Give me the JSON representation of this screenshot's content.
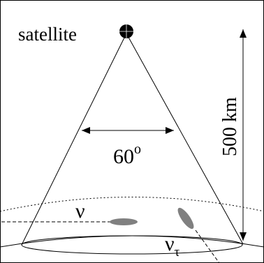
{
  "diagram": {
    "satellite_label": "satellite",
    "angle_value": "60",
    "angle_unit": "o",
    "altitude_label": "500 km",
    "nu_label": "ν",
    "nu_tau_base": "ν",
    "nu_tau_sub": "τ"
  },
  "colors": {
    "stroke": "#000000",
    "ellipse_fill": "#808080",
    "background": "#ffffff"
  }
}
